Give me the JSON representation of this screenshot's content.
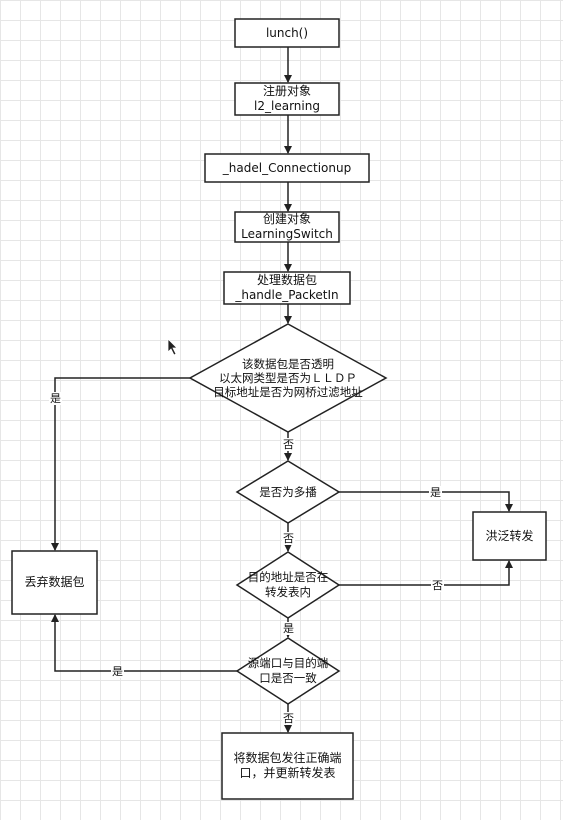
{
  "nodes": {
    "launch": "lunch()",
    "register": "注册对象\nl2_learning",
    "connection_up": "_hadel_Connectionup",
    "create_switch": "创建对象\nLearningSwitch",
    "handle_packet": "处理数据包\n_handle_PacketIn",
    "check_ethertype": "该数据包是否透明\n以太网类型是否为ＬＬＤＰ\n目标地址是否为网桥过滤地址",
    "is_multicast": "是否为多播",
    "flood": "洪泛转发",
    "in_table": "目的地址是否在\n转发表内",
    "drop": "丢弃数据包",
    "same_port": "源端口与目的端\n口是否一致",
    "forward": "将数据包发往正确端\n口，并更新转发表"
  },
  "edge_labels": {
    "check_yes": "是",
    "check_no": "否",
    "multicast_yes": "是",
    "multicast_no": "否",
    "table_no": "否",
    "table_yes": "是",
    "port_yes": "是",
    "port_no": "否"
  }
}
